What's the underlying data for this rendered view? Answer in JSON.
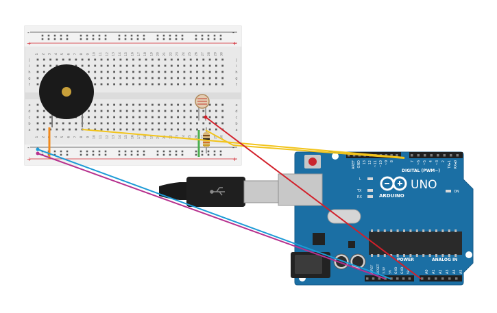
{
  "breadboard": {
    "rail_plus": "+",
    "rail_minus": "-",
    "column_numbers": [
      "1",
      "2",
      "3",
      "4",
      "5",
      "6",
      "7",
      "8",
      "9",
      "10",
      "11",
      "12",
      "13",
      "14",
      "15",
      "16",
      "17",
      "18",
      "19",
      "20",
      "21",
      "22",
      "23",
      "24",
      "25",
      "26",
      "27",
      "28",
      "29",
      "30"
    ],
    "row_letters_top": [
      "j",
      "i",
      "h",
      "g",
      "f"
    ],
    "row_letters_bottom": [
      "e",
      "d",
      "c",
      "b",
      "a"
    ]
  },
  "arduino": {
    "brand": "ARDUINO",
    "model": "UNO",
    "on_label": "ON",
    "l_label": "L",
    "tx_label": "TX",
    "rx_label": "RX",
    "digital_label": "DIGITAL (PWM~)",
    "power_label": "POWER",
    "analog_label": "ANALOG IN",
    "digital_pins": [
      "AREF",
      "GND",
      "13",
      "12",
      "~11",
      "~10",
      "~9",
      "8",
      "7",
      "~6",
      "~5",
      "4",
      "~3",
      "2",
      "TX▸1",
      "RX◂0"
    ],
    "power_pins": [
      "IOREF",
      "RESET",
      "3.3V",
      "5V",
      "GND",
      "GND",
      "Vin"
    ],
    "analog_pins": [
      "A0",
      "A1",
      "A2",
      "A3",
      "A4",
      "A5"
    ],
    "tx_rx_tag": "TX▸1 RX◂0"
  },
  "colors": {
    "board_blue": "#1b6fa4",
    "wire_yellow": "#f2c41b",
    "wire_red": "#d2202a",
    "wire_blue": "#1c9ad6",
    "wire_magenta": "#b6318e",
    "header_black": "#1f1f1f"
  },
  "components": [
    "piezo-buzzer",
    "photoresistor",
    "resistor",
    "usb-cable",
    "arduino-uno",
    "breadboard"
  ]
}
